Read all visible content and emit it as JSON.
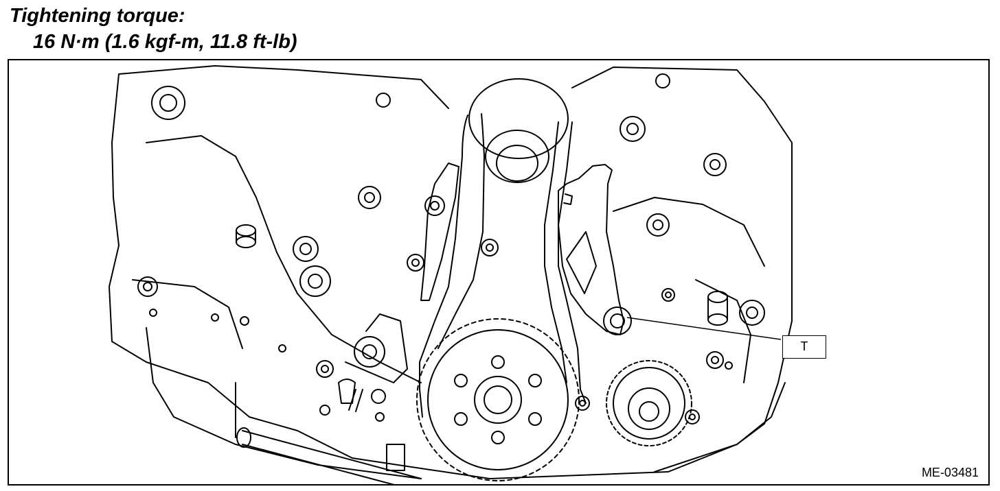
{
  "header": {
    "line1": "Tightening torque:",
    "line2": "16 N·m (1.6 kgf-m, 11.8 ft-lb)"
  },
  "diagram": {
    "callout": "T",
    "figure_code": "ME-03481"
  }
}
